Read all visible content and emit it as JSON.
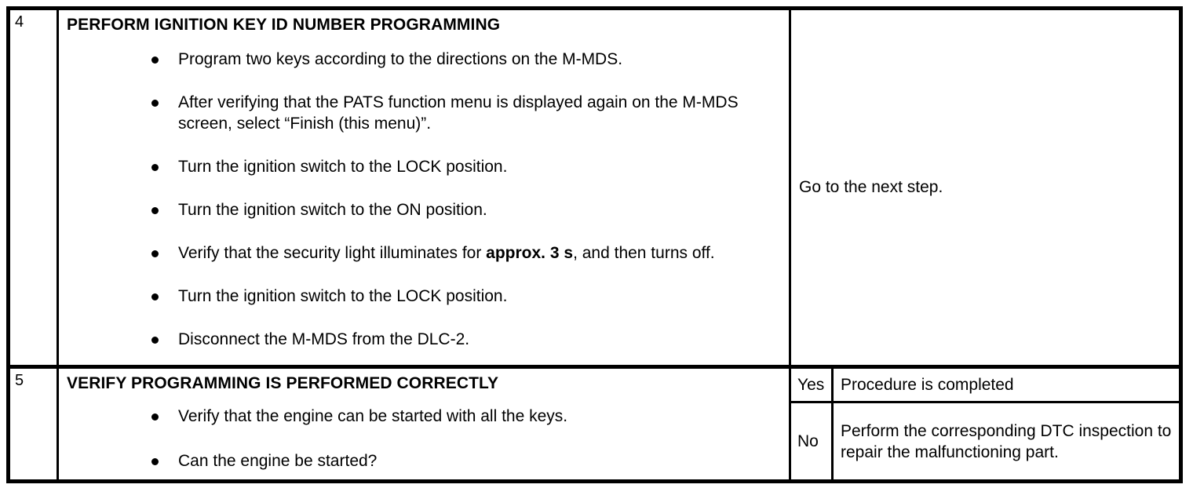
{
  "document": {
    "type": "diagnostic-procedure-table",
    "columns": [
      "step-number",
      "inspection",
      "action"
    ]
  },
  "steps": [
    {
      "number": "4",
      "title": "PERFORM IGNITION KEY ID NUMBER PROGRAMMING",
      "bullets": [
        {
          "text": "Program two keys according to the directions on the M-MDS."
        },
        {
          "text": "After verifying that the PATS function menu is displayed again on the M-MDS screen, select “Finish (this menu)”."
        },
        {
          "text": "Turn the ignition switch to the LOCK position."
        },
        {
          "text": "Turn the ignition switch to the ON position."
        },
        {
          "pre": "Verify that the security light illuminates for ",
          "bold": "approx. 3 s",
          "post": ", and then turns off."
        },
        {
          "text": "Turn the ignition switch to the LOCK position."
        },
        {
          "text": "Disconnect the M-MDS from the DLC-2."
        }
      ],
      "action_type": "single",
      "action": "Go to the next step."
    },
    {
      "number": "5",
      "title": "VERIFY PROGRAMMING IS PERFORMED CORRECTLY",
      "bullets": [
        {
          "text": "Verify that the engine can be started with all the keys."
        },
        {
          "text": "Can the engine be started?"
        }
      ],
      "action_type": "yes-no",
      "yes_label": "Yes",
      "yes_action": "Procedure is completed",
      "no_label": "No",
      "no_action": "Perform the corresponding DTC inspection to repair the malfunctioning part."
    }
  ],
  "colors": {
    "ink": "#000000",
    "paper": "#ffffff"
  }
}
